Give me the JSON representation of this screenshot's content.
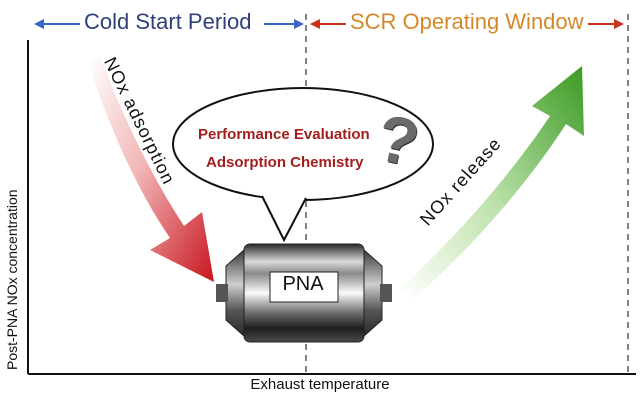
{
  "header": {
    "cold_start": "Cold Start Period",
    "scr_window": "SCR Operating Window"
  },
  "axes": {
    "y_label": "Post-PNA NOx concentration",
    "x_label": "Exhaust temperature"
  },
  "arrows": {
    "adsorption_label": "NOx  adsorption",
    "release_label": "NOx  release",
    "adsorption_color": "#c8141e",
    "release_color": "#3a9a22"
  },
  "bubble": {
    "line1": "Performance Evaluation",
    "line2": "Adsorption Chemistry",
    "question": "?"
  },
  "device": {
    "label": "PNA"
  },
  "colors": {
    "header_left": "#2f3f7a",
    "header_right": "#d4882a",
    "left_arrow_accent": "#3b66c8",
    "right_arrow_accent": "#c8321e"
  }
}
